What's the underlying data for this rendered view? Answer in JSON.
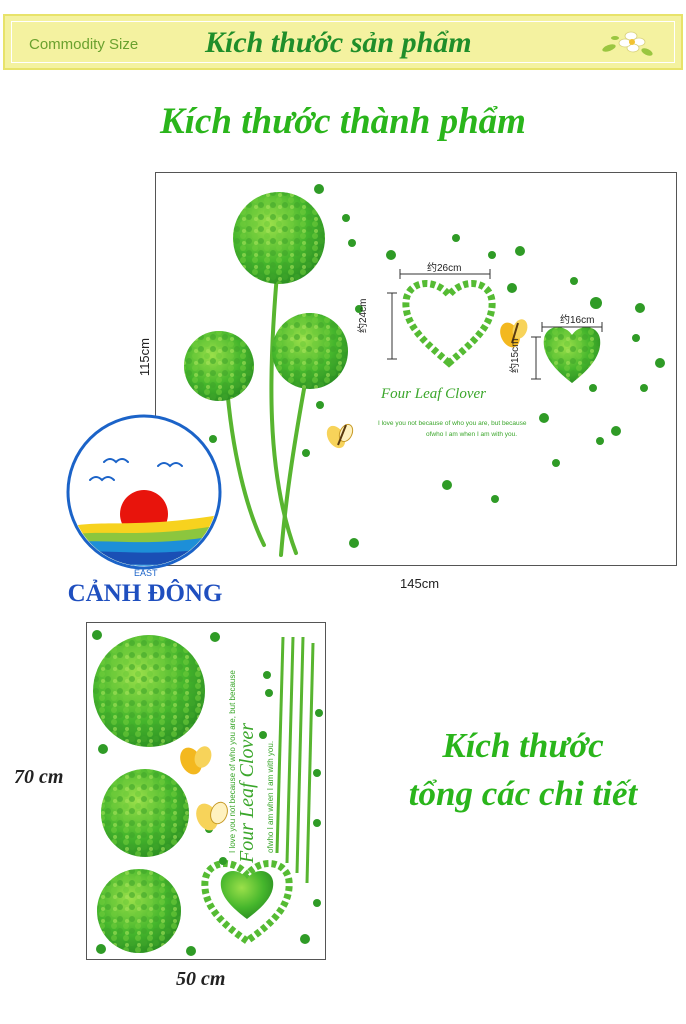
{
  "banner": {
    "label_en": "Commodity Size",
    "title_vi": "Kích thước sản phẩm"
  },
  "finished": {
    "heading": "Kích thước thành phẩm",
    "height_label": "115cm",
    "width_label": "145cm",
    "heart_big_width": "约26cm",
    "heart_big_height": "约24cm",
    "heart_small_width": "约16cm",
    "heart_small_height": "约15cm",
    "decal_title": "Four Leaf Clover",
    "decal_line1": "I love you not because of who you are, but because",
    "decal_line2": "ofwho I am when I am with you."
  },
  "brand": {
    "name": "CẢNH ĐÔNG",
    "logo_word": "EAST"
  },
  "parts": {
    "heading_line1": "Kích thước",
    "heading_line2": "tổng các chi tiết",
    "height_label": "70 cm",
    "width_label": "50 cm"
  },
  "colors": {
    "accent_green": "#2ab51b",
    "banner_bg": "#f4f2a0",
    "brand_blue": "#1f4fbf",
    "sun_red": "#e8140c"
  }
}
